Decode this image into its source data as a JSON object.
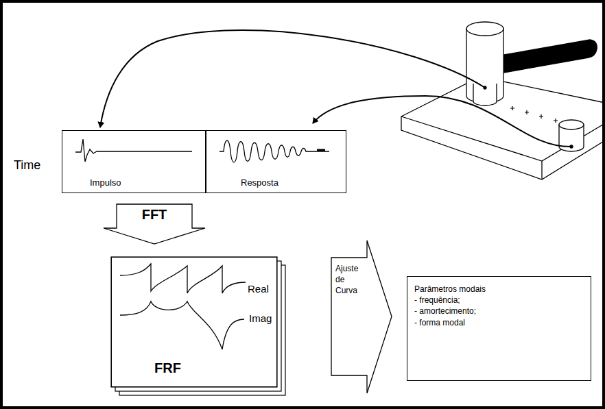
{
  "diagram": {
    "nodes": [
      {
        "text": [
          "Impulso"
        ]
      },
      {
        "text": [
          "Resposta"
        ]
      },
      {
        "text": [
          "FFT"
        ]
      },
      {
        "text": [
          "Real",
          "Imag",
          "FRF"
        ]
      },
      {
        "text": [
          "Ajuste de Curva"
        ]
      },
      {
        "text": [
          "Parâmetros modais",
          "- frequência;",
          "- amortecimento;",
          "- forma modal"
        ]
      }
    ],
    "labels": [
      "Time"
    ]
  }
}
